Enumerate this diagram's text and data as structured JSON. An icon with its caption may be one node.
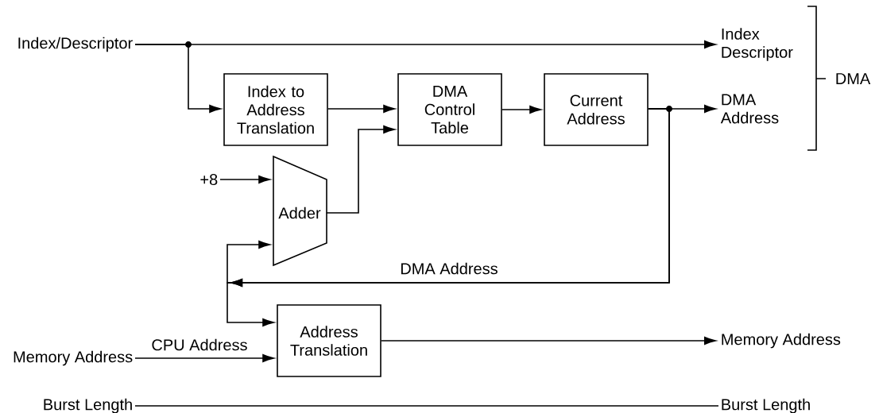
{
  "diagram": {
    "nodes": [
      {
        "text": [
          "Index/Descriptor"
        ]
      },
      {
        "text": [
          "Index Descriptor"
        ]
      },
      {
        "text": [
          "Index to Address Translation"
        ]
      },
      {
        "text": [
          "DMA Control Table"
        ]
      },
      {
        "text": [
          "Current Address"
        ]
      },
      {
        "text": [
          "DMA Address"
        ]
      },
      {
        "text": [
          "+8"
        ]
      },
      {
        "text": [
          "Adder"
        ]
      },
      {
        "text": [
          "Address Translation"
        ]
      },
      {
        "text": [
          "Memory Address"
        ]
      },
      {
        "text": [
          "Memory Address"
        ]
      },
      {
        "text": [
          "Burst Length"
        ]
      },
      {
        "text": [
          "Burst Length"
        ]
      }
    ],
    "edges": [
      {
        "from": 0,
        "to": 1,
        "arrow": "to"
      },
      {
        "from": 0,
        "to": 2,
        "arrow": "to"
      },
      {
        "from": 2,
        "to": 3,
        "arrow": "to"
      },
      {
        "from": 7,
        "to": 3,
        "arrow": "to"
      },
      {
        "from": 3,
        "to": 4,
        "arrow": "to"
      },
      {
        "from": 4,
        "to": 5,
        "arrow": "to"
      },
      {
        "from": 4,
        "to": 7,
        "arrow": "to",
        "label": "DMA Address"
      },
      {
        "from": 4,
        "to": 8,
        "arrow": "to"
      },
      {
        "from": 6,
        "to": 7,
        "arrow": "to"
      },
      {
        "from": 9,
        "to": 8,
        "arrow": "to",
        "label": "CPU Address"
      },
      {
        "from": 8,
        "to": 10,
        "arrow": "to"
      },
      {
        "from": 11,
        "to": 12,
        "arrow": "none"
      }
    ],
    "labels": [
      "DMA"
    ]
  }
}
